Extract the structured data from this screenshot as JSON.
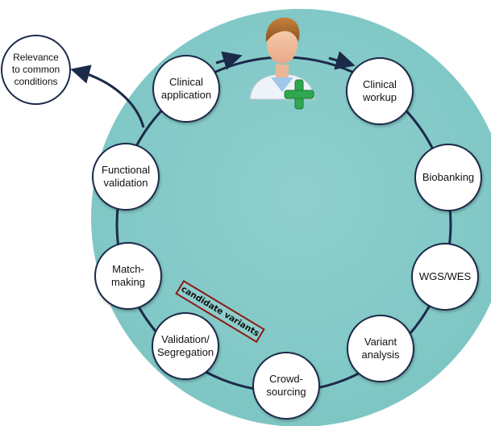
{
  "diagram": {
    "colors": {
      "big_circle_fill": "#8ecfcd",
      "cycle_line": "#1c2a4a",
      "node_border": "#1c2a4a",
      "label_box_border": "#8b1a14",
      "plus_green": "#2fa84f"
    },
    "center_icon": "doctor-with-green-plus-icon",
    "outer_node": {
      "label": "Relevance\nto common\nconditions"
    },
    "nodes": {
      "clinical_application": "Clinical\napplication",
      "clinical_workup": "Clinical\nworkup",
      "biobanking": "Biobanking",
      "wgs_wes": "WGS/WES",
      "variant_analysis": "Variant\nanalysis",
      "crowd_sourcing": "Crowd-\nsourcing",
      "validation_segregation": "Validation/\nSegregation",
      "match_making": "Match-\nmaking",
      "functional_validation": "Functional\nvalidation"
    },
    "annotation": "candidate variants"
  }
}
